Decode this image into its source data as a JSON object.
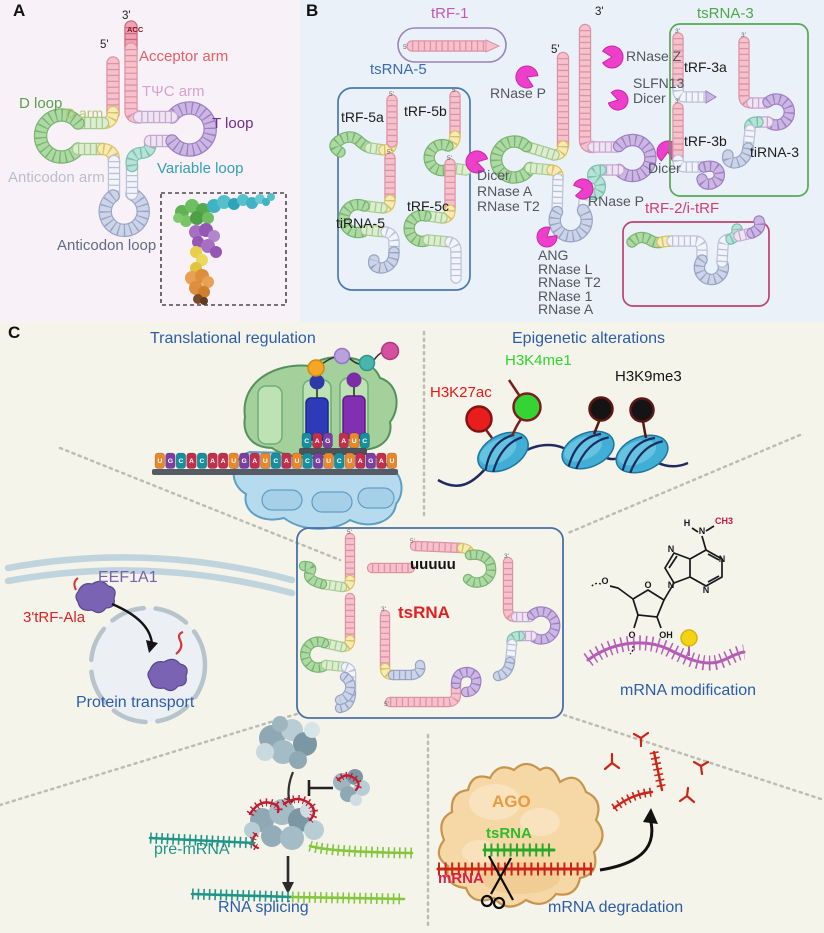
{
  "panelA": {
    "tag": "A",
    "five_prime": "5'",
    "three_prime": "3'",
    "acc": "ACC",
    "acceptor_arm": "Acceptor arm",
    "tpsic_arm": "TΨC arm",
    "d_loop": "D loop",
    "d_arm": "D arm",
    "t_loop": "T loop",
    "anticodon_arm": "Anticodon arm",
    "variable_loop": "Variable loop",
    "anticodon_loop": "Anticodon loop"
  },
  "panelB": {
    "tag": "B",
    "trf1": "tRF-1",
    "tsrna5_title": "tsRNA-5",
    "trf5a": "tRF-5a",
    "trf5b": "tRF-5b",
    "tirna5": "tiRNA-5",
    "trf5c": "tRF-5c",
    "five_prime": "5'",
    "three_prime": "3'",
    "rnase_p_left": "RNase P",
    "rnase_z": "RNase Z",
    "slfn13": "SLFN13",
    "dicer_top": "Dicer",
    "dicer_right": "Dicer",
    "rnase_p_bottom": "RNase P",
    "left_enzymes": [
      "Dicer",
      "RNase A",
      "RNase T2"
    ],
    "bottom_enzymes": [
      "ANG",
      "RNase L",
      "RNase T2",
      "RNase 1",
      "RNase A"
    ],
    "tsrna3_title": "tsRNA-3",
    "trf3a": "tRF-3a",
    "trf3b": "tRF-3b",
    "tirna3": "tiRNA-3",
    "trf2": "tRF-2/i-tRF"
  },
  "panelC": {
    "tag": "C",
    "translation_title": "Translational regulation",
    "epigenetic_title": "Epigenetic alterations",
    "h3k4me1": "H3K4me1",
    "h3k27ac": "H3K27ac",
    "h3k9me3": "H3K9me3",
    "eef1a1": "EEF1A1",
    "trf_ala": "3'tRF-Ala",
    "protein_transport": "Protein transport",
    "tsrna_center": "tsRNA",
    "polyu": "uuuuu",
    "five_prime": "5'",
    "three_prime": "3'",
    "mrna_modification": "mRNA modification",
    "pre_mrna": "pre-mRNA",
    "rna_splicing": "RNA splicing",
    "ago": "AGO",
    "tsrna_ago": "tsRNA",
    "mrna_ago": "mRNA",
    "mrna_degradation": "mRNA degradation",
    "mrna_sequence": "UGCACAAUGAUCAUCGUCUAGAU",
    "codon_sequence": "CAGAUC",
    "chem": {
      "h": "H",
      "n": "N",
      "ch3": "CH3",
      "o": "O",
      "oh": "OH"
    }
  },
  "colors": {
    "accent_blue": "#2b5ca8",
    "magenta_enzyme": "#ee3fcb",
    "letter_U": "#e8872b",
    "letter_G": "#7a3fa0",
    "letter_C": "#168f9e",
    "letter_A": "#c22f4d"
  }
}
